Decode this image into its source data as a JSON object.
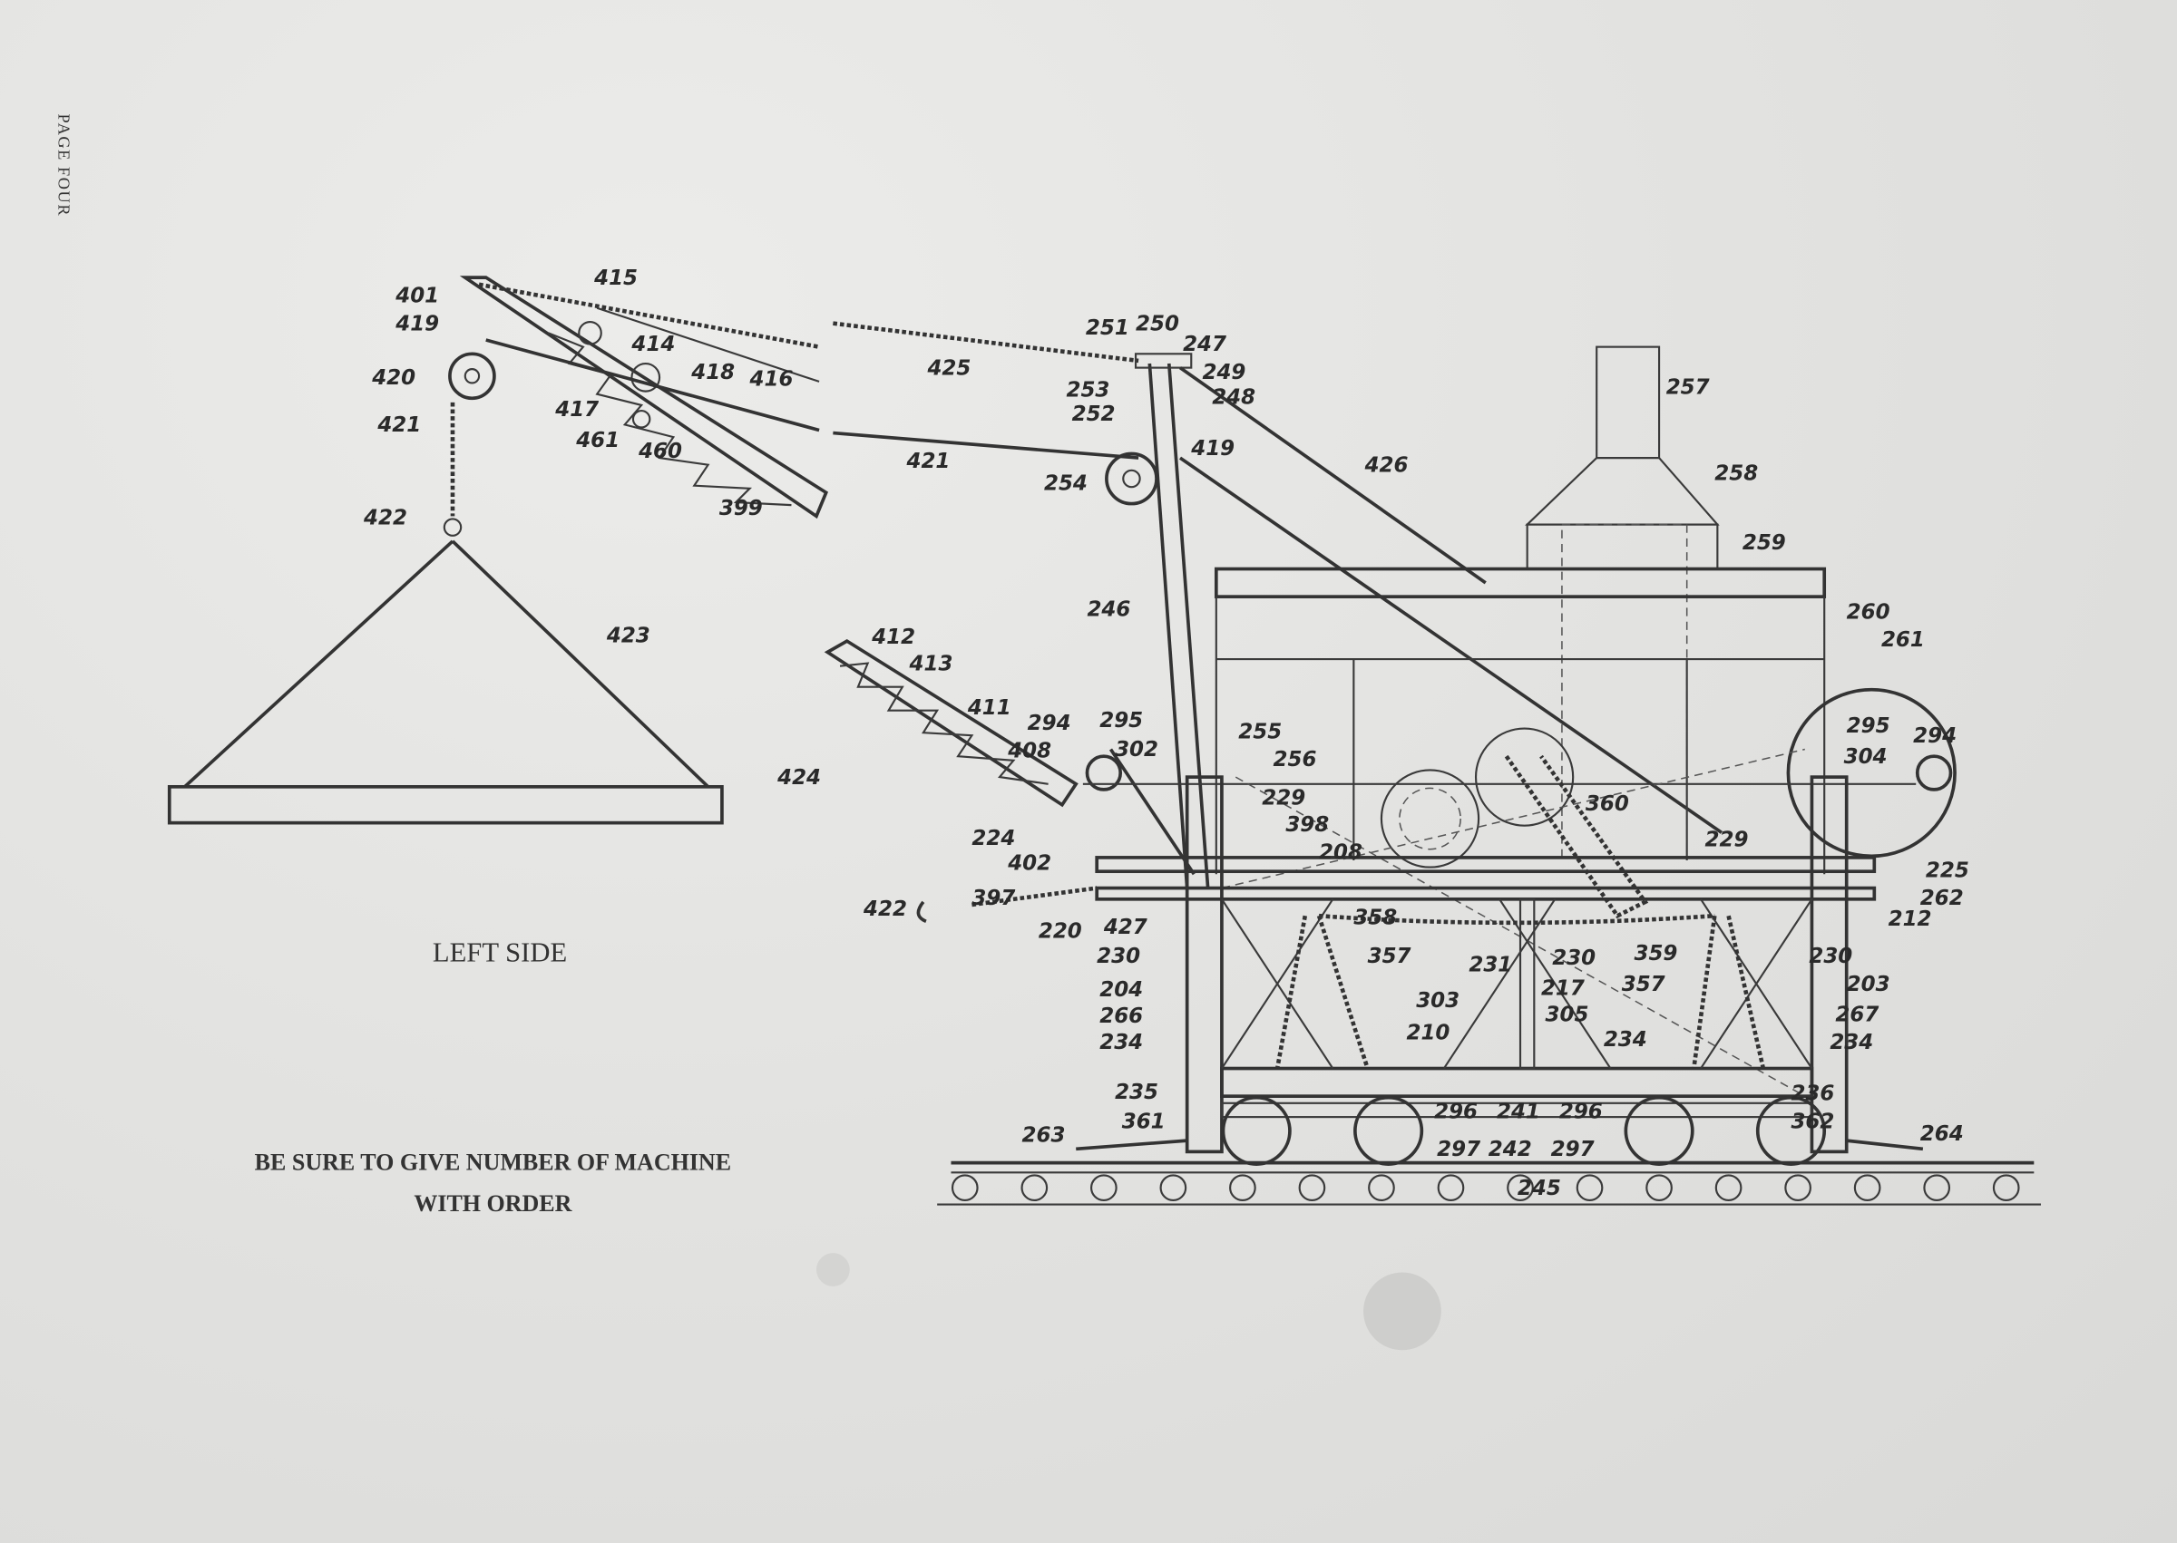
{
  "page_label": "PAGE FOUR",
  "view_title": "LEFT SIDE",
  "notice": {
    "line1": "BE SURE TO GIVE NUMBER OF MACHINE",
    "line2": "WITH ORDER"
  },
  "part_labels": [
    "401",
    "415",
    "419",
    "414",
    "425",
    "416",
    "420",
    "418",
    "421",
    "417",
    "461",
    "460",
    "421",
    "399",
    "422",
    "423",
    "424",
    "251",
    "250",
    "247",
    "249",
    "253",
    "248",
    "252",
    "419",
    "426",
    "254",
    "257",
    "258",
    "259",
    "246",
    "260",
    "261",
    "412",
    "413",
    "411",
    "294",
    "295",
    "302",
    "255",
    "256",
    "408",
    "229",
    "398",
    "224",
    "208",
    "402",
    "360",
    "229",
    "295",
    "294",
    "304",
    "225",
    "262",
    "212",
    "422",
    "397",
    "220",
    "427",
    "358",
    "359",
    "230",
    "230",
    "357",
    "231",
    "230",
    "357",
    "203",
    "204",
    "217",
    "303",
    "266",
    "305",
    "267",
    "234",
    "210",
    "234",
    "234",
    "235",
    "236",
    "296",
    "241",
    "296",
    "361",
    "362",
    "263",
    "264",
    "297",
    "242",
    "297",
    "245"
  ]
}
